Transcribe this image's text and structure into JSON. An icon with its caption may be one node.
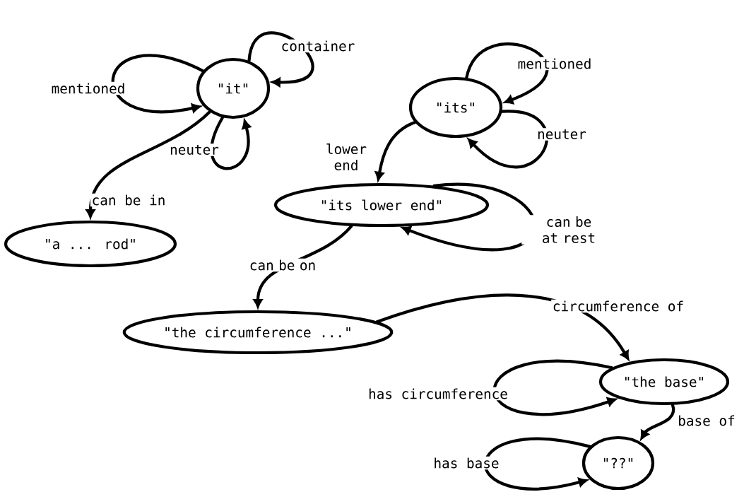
{
  "diagram": {
    "nodes": [
      {
        "text": [
          "\"it\""
        ]
      },
      {
        "text": [
          "\"a ... rod\""
        ]
      },
      {
        "text": [
          "\"its\""
        ]
      },
      {
        "text": [
          "\"its lower end\""
        ]
      },
      {
        "text": [
          "\"the circumference ...\""
        ]
      },
      {
        "text": [
          "\"the base\""
        ]
      },
      {
        "text": [
          "\"??\""
        ]
      }
    ],
    "edges": [
      {
        "from": 0,
        "to": 0,
        "arrow": "to",
        "label": "container"
      },
      {
        "from": 0,
        "to": 0,
        "arrow": "to",
        "label": "mentioned"
      },
      {
        "from": 0,
        "to": 0,
        "arrow": "to",
        "label": "neuter"
      },
      {
        "from": 0,
        "to": 1,
        "arrow": "to",
        "label": "can be in"
      },
      {
        "from": 2,
        "to": 2,
        "arrow": "to",
        "label": "mentioned"
      },
      {
        "from": 2,
        "to": 2,
        "arrow": "to",
        "label": "neuter"
      },
      {
        "from": 2,
        "to": 3,
        "arrow": "to",
        "label": "lower end"
      },
      {
        "from": 3,
        "to": 3,
        "arrow": "to",
        "label": "can be at rest"
      },
      {
        "from": 3,
        "to": 4,
        "arrow": "to",
        "label": "can be on"
      },
      {
        "from": 4,
        "to": 5,
        "arrow": "to",
        "label": "circumference of"
      },
      {
        "from": 5,
        "to": 5,
        "arrow": "to",
        "label": "has circumference"
      },
      {
        "from": 5,
        "to": 6,
        "arrow": "to",
        "label": "base of"
      },
      {
        "from": 6,
        "to": 6,
        "arrow": "to",
        "label": "has base"
      }
    ]
  }
}
